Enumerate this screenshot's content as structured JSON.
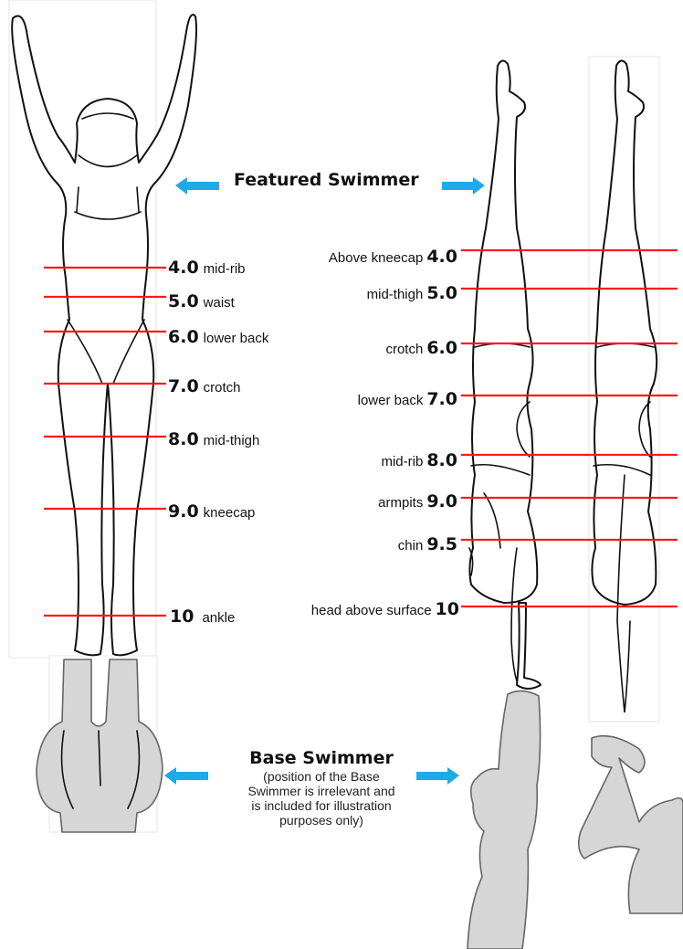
{
  "featured_title": "Featured Swimmer",
  "base_title": "Base Swimmer",
  "base_note": [
    "(position of the Base",
    "Swimmer is irrelevant and",
    "is included for illustration",
    "purposes only)"
  ],
  "front_view_levels": [
    {
      "number": "4.0",
      "label": "mid-rib"
    },
    {
      "number": "5.0",
      "label": "waist"
    },
    {
      "number": "6.0",
      "label": "lower back"
    },
    {
      "number": "7.0",
      "label": "crotch"
    },
    {
      "number": "8.0",
      "label": "mid-thigh"
    },
    {
      "number": "9.0",
      "label": "kneecap"
    },
    {
      "number": "10",
      "label": "ankle"
    }
  ],
  "side_view_levels": [
    {
      "label": "Above kneecap",
      "number": "4.0"
    },
    {
      "label": "mid-thigh",
      "number": "5.0"
    },
    {
      "label": "crotch",
      "number": "6.0"
    },
    {
      "label": "lower back",
      "number": "7.0"
    },
    {
      "label": "mid-rib",
      "number": "8.0"
    },
    {
      "label": "armpits",
      "number": "9.0"
    },
    {
      "label": "chin",
      "number": "9.5"
    },
    {
      "label": "head above surface",
      "number": "10"
    }
  ],
  "colors": {
    "level_line": "#ff1a1a",
    "arrow": "#1eaae7",
    "base_swimmer_fill": "#d6d6d6"
  }
}
